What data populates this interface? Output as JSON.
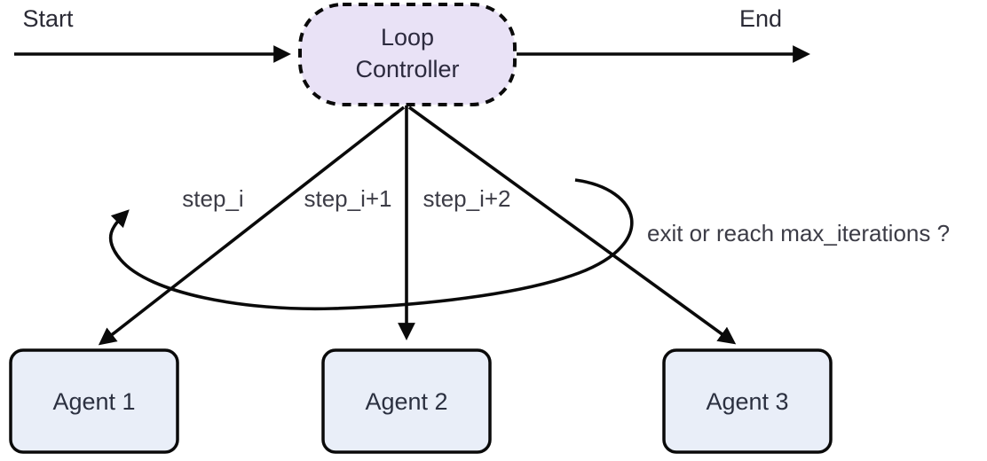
{
  "diagram": {
    "type": "flowchart",
    "background": "#ffffff",
    "stroke_color": "#0a0a0a",
    "terminals": {
      "start_label": "Start",
      "end_label": "End",
      "text_color": "#2a2a35"
    },
    "controller": {
      "lines": [
        "Loop",
        "Controller"
      ],
      "fill": "#e9e2f6",
      "border_style": "dashed",
      "text_color": "#2c2a3e"
    },
    "agents": [
      {
        "label": "Agent 1"
      },
      {
        "label": "Agent 2"
      },
      {
        "label": "Agent 3"
      }
    ],
    "agent_style": {
      "fill": "#e9eef8",
      "text_color": "#2b3040"
    },
    "edges": {
      "step_labels": [
        "step_i",
        "step_i+1",
        "step_i+2"
      ],
      "loop_condition_label": "exit or reach max_iterations ?",
      "label_color": "#3c3c46"
    }
  }
}
